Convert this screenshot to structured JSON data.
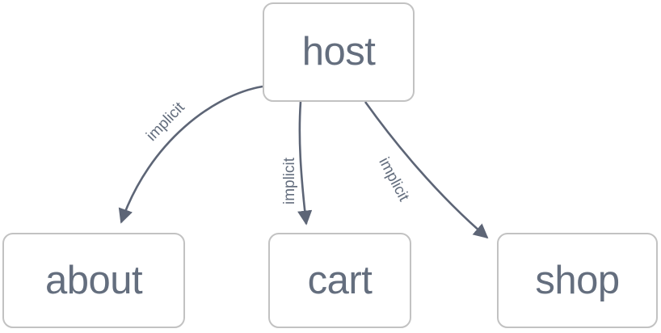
{
  "diagram": {
    "type": "directed-graph",
    "background_color": "#ffffff",
    "node_fill": "#ffffff",
    "node_border_color": "#c2c2c2",
    "node_text_color": "#646e7e",
    "edge_color": "#5d6576",
    "edge_label_color": "#646e7e",
    "nodes": [
      {
        "id": "host",
        "label": "host"
      },
      {
        "id": "about",
        "label": "about"
      },
      {
        "id": "cart",
        "label": "cart"
      },
      {
        "id": "shop",
        "label": "shop"
      }
    ],
    "edges": [
      {
        "from": "host",
        "to": "about",
        "label": "implicit"
      },
      {
        "from": "host",
        "to": "cart",
        "label": "implicit"
      },
      {
        "from": "host",
        "to": "shop",
        "label": "implicit"
      }
    ]
  }
}
